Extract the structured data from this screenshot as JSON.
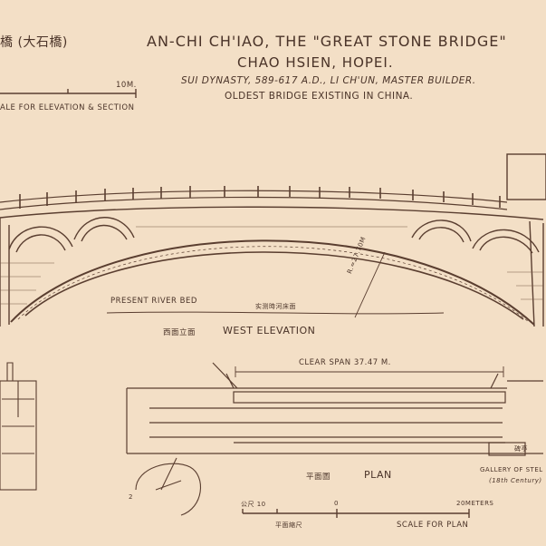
{
  "header": {
    "title_line1": "AN-CHI CH'IAO, THE \"GREAT STONE BRIDGE\"",
    "title_line2": "CHAO HSIEN, HOPEI.",
    "title_line3": "SUI DYNASTY, 589-617 A.D., LI CH'UN, MASTER BUILDER.",
    "title_line4": "OLDEST BRIDGE EXISTING IN CHINA.",
    "chinese_title": "橋 (大石橋)"
  },
  "elevation_scale": {
    "end_label": "10M.",
    "caption": "ALE FOR ELEVATION & SECTION"
  },
  "elevation": {
    "river_bed_label": "PRESENT RIVER BED",
    "river_bed_cn": "实测時河床面",
    "radius_label": "R.=27.70M",
    "caption_cn": "西面立面",
    "caption": "WEST ELEVATION"
  },
  "plan": {
    "clear_span_label": "CLEAR SPAN 37.47 M.",
    "caption_cn": "平面圖",
    "caption": "PLAN",
    "stele_cn": "碑亭",
    "stele_label_line1": "GALLERY OF STEL",
    "stele_label_line2": "(18th Century)",
    "north_label": "2"
  },
  "plan_scale": {
    "tick_left_cn": "公尺 10",
    "tick_mid": "0",
    "tick_right": "20METERS",
    "caption_cn": "平面縮尺",
    "caption": "SCALE FOR PLAN"
  }
}
